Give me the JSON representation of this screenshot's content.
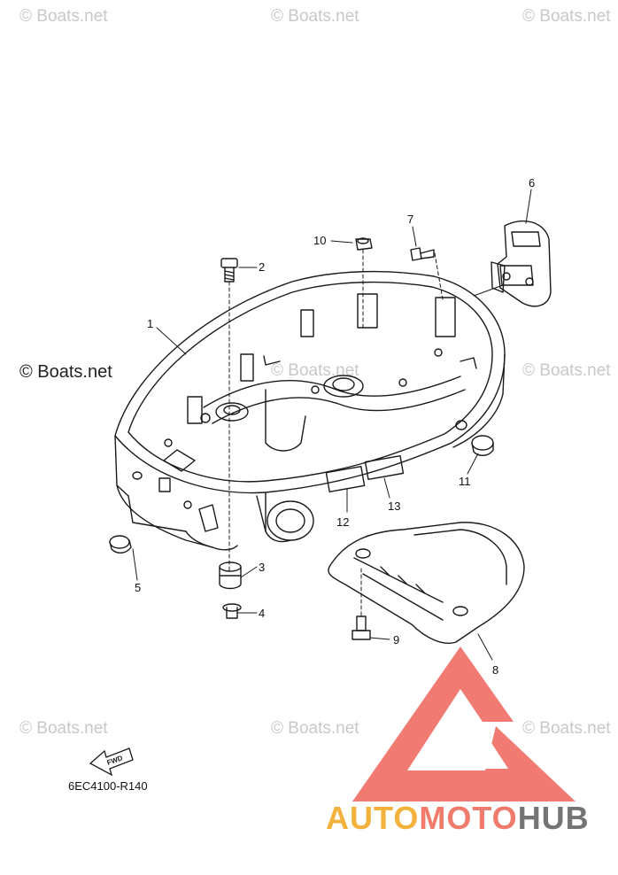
{
  "watermarks": {
    "text": "© Boats.net",
    "emphasized": "© Boats.net"
  },
  "callouts": [
    "1",
    "2",
    "3",
    "4",
    "5",
    "6",
    "7",
    "8",
    "9",
    "10",
    "11",
    "12",
    "13"
  ],
  "fwd_label": "FWD",
  "part_code": "6EC4100-R140",
  "brand": {
    "part1": "AUTO",
    "part2": "MOTO",
    "part3": "HUB"
  },
  "colors": {
    "line": "#1a1a1a",
    "logo_red": "#ee5a50",
    "logo_orange": "#f3b23c",
    "logo_gray": "#747474",
    "watermark": "#c8c8c8"
  }
}
